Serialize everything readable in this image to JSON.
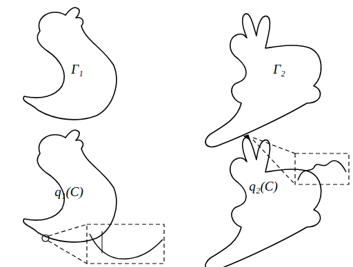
{
  "diagram": {
    "nodes": [
      {
        "text": [
          "Γ₁"
        ]
      },
      {
        "text": [
          "Γ₂"
        ]
      },
      {
        "text": [
          "q₁(C)"
        ]
      },
      {
        "text": [
          "q₂(C)"
        ]
      }
    ]
  }
}
